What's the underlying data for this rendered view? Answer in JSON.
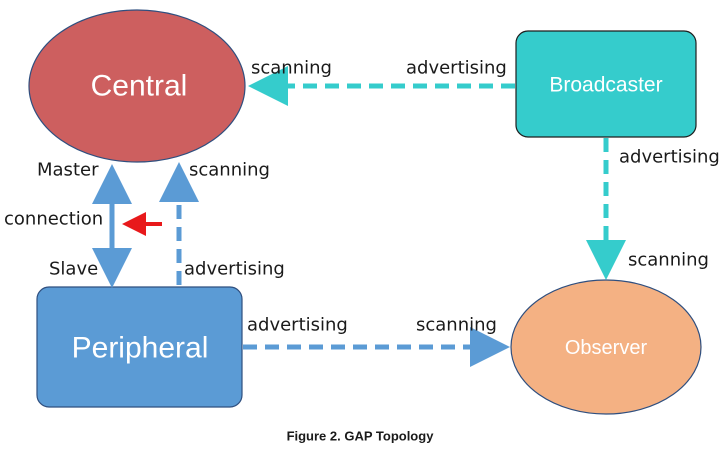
{
  "nodes": {
    "central": {
      "label": "Central"
    },
    "broadcaster": {
      "label": "Broadcaster"
    },
    "peripheral": {
      "label": "Peripheral"
    },
    "observer": {
      "label": "Observer"
    }
  },
  "edges": {
    "broadcaster_to_central": {
      "from_label": "advertising",
      "to_label": "scanning"
    },
    "broadcaster_to_observer": {
      "from_label": "advertising",
      "to_label": "scanning"
    },
    "peripheral_to_central": {
      "from_label": "advertising",
      "to_label": "scanning"
    },
    "peripheral_to_observer": {
      "from_label": "advertising",
      "to_label": "scanning"
    },
    "central_peripheral_connection": {
      "label": "connection",
      "top_label": "Master",
      "bottom_label": "Slave"
    }
  },
  "caption": "Figure 2.  GAP Topology",
  "colors": {
    "central_fill": "#cd5f5f",
    "broadcaster_fill": "#35cccc",
    "peripheral_fill": "#5b9bd5",
    "observer_fill": "#f4b183",
    "blue_arrow": "#5b9bd5",
    "teal_arrow": "#35cccc",
    "red_pointer": "#e8191b"
  }
}
